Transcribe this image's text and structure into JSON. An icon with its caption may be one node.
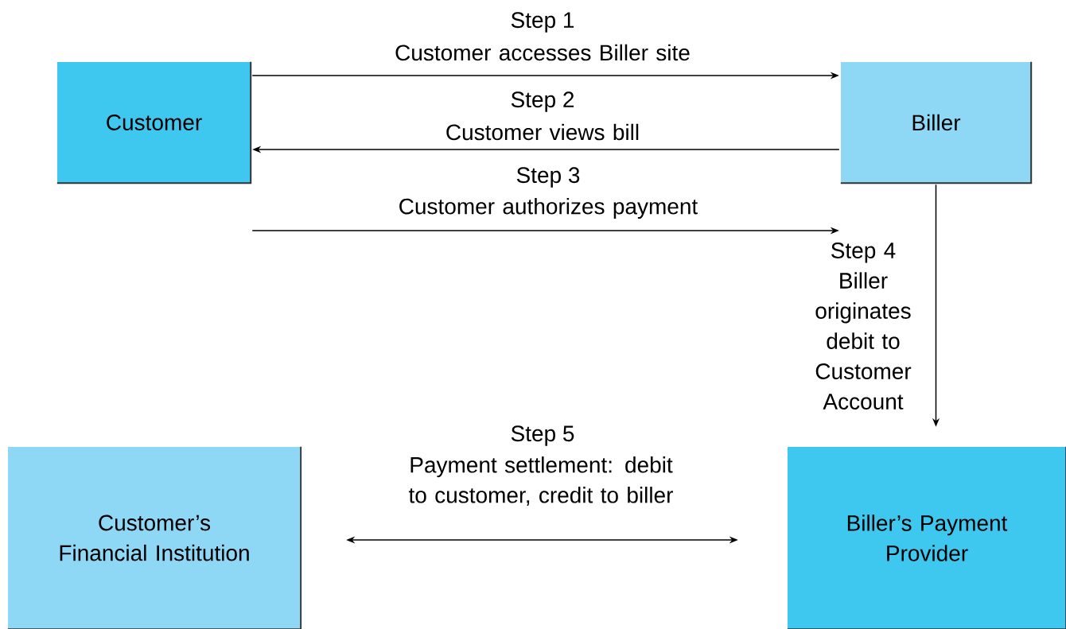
{
  "diagram": {
    "nodes": [
      {
        "text": [
          "Customer"
        ]
      },
      {
        "text": [
          "Biller"
        ]
      },
      {
        "text": [
          "Customer’s Financial Institution"
        ]
      },
      {
        "text": [
          "Biller’s Payment Provider"
        ]
      }
    ],
    "edges": [
      {
        "from": 0,
        "to": 1,
        "arrow": "to",
        "label": "Customer accesses Biller site"
      },
      {
        "from": 1,
        "to": 0,
        "arrow": "to",
        "label": "Customer views bill"
      },
      {
        "from": 0,
        "to": 1,
        "arrow": "to",
        "label": "Customer authorizes payment"
      },
      {
        "from": 1,
        "to": 3,
        "arrow": "to",
        "label": "Step 4 Biller originates debit to Customer Account"
      },
      {
        "from": 2,
        "to": 3,
        "arrow": "both",
        "label": "Payment settlement: debit to customer, credit to biller"
      }
    ],
    "labels": [
      "Step 1",
      "Step 2",
      "Step 3",
      "Step 5"
    ]
  }
}
